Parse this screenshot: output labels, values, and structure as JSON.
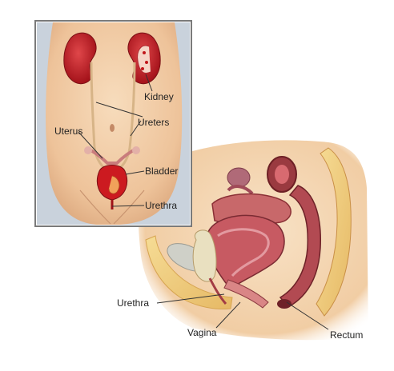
{
  "labels": {
    "kidney": "Kidney",
    "ureters": "Ureters",
    "uterus": "Uterus",
    "bladder": "Bladder",
    "urethra_inset": "Urethra",
    "urethra_side": "Urethra",
    "vagina": "Vagina",
    "rectum": "Rectum"
  },
  "colors": {
    "skin": "#f2cfa6",
    "skin_shadow": "#d9a97e",
    "organ_red": "#c0161c",
    "organ_light": "#e06a6a",
    "inset_border": "#7a7a7a",
    "fat": "#f3d58a",
    "muscle": "#b8565c",
    "leader_line": "#333333"
  }
}
